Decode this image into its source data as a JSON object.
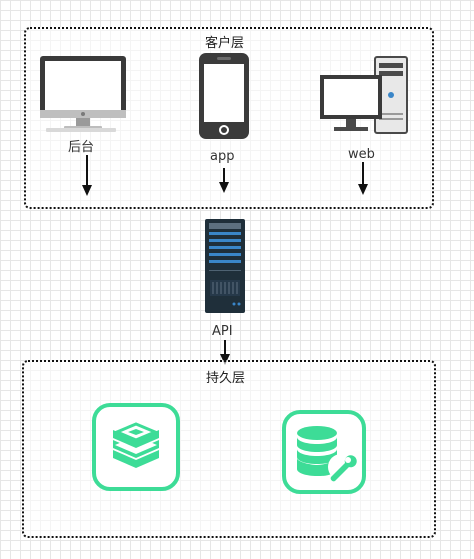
{
  "client_layer": {
    "title": "客户层",
    "nodes": [
      {
        "icon": "desktop-monitor-icon",
        "label": "后台"
      },
      {
        "icon": "smartphone-icon",
        "label": "app"
      },
      {
        "icon": "desktop-tower-icon",
        "label": "web"
      }
    ]
  },
  "api": {
    "icon": "server-rack-icon",
    "label": "API"
  },
  "persistence_layer": {
    "title": "持久层",
    "nodes": [
      {
        "icon": "redis-stack-icon",
        "label": ""
      },
      {
        "icon": "database-settings-icon",
        "label": ""
      }
    ]
  },
  "colors": {
    "accent_green": "#3ddc97",
    "server_dark": "#1f2f3a",
    "server_blue": "#3a86c8",
    "border": "#111111"
  }
}
